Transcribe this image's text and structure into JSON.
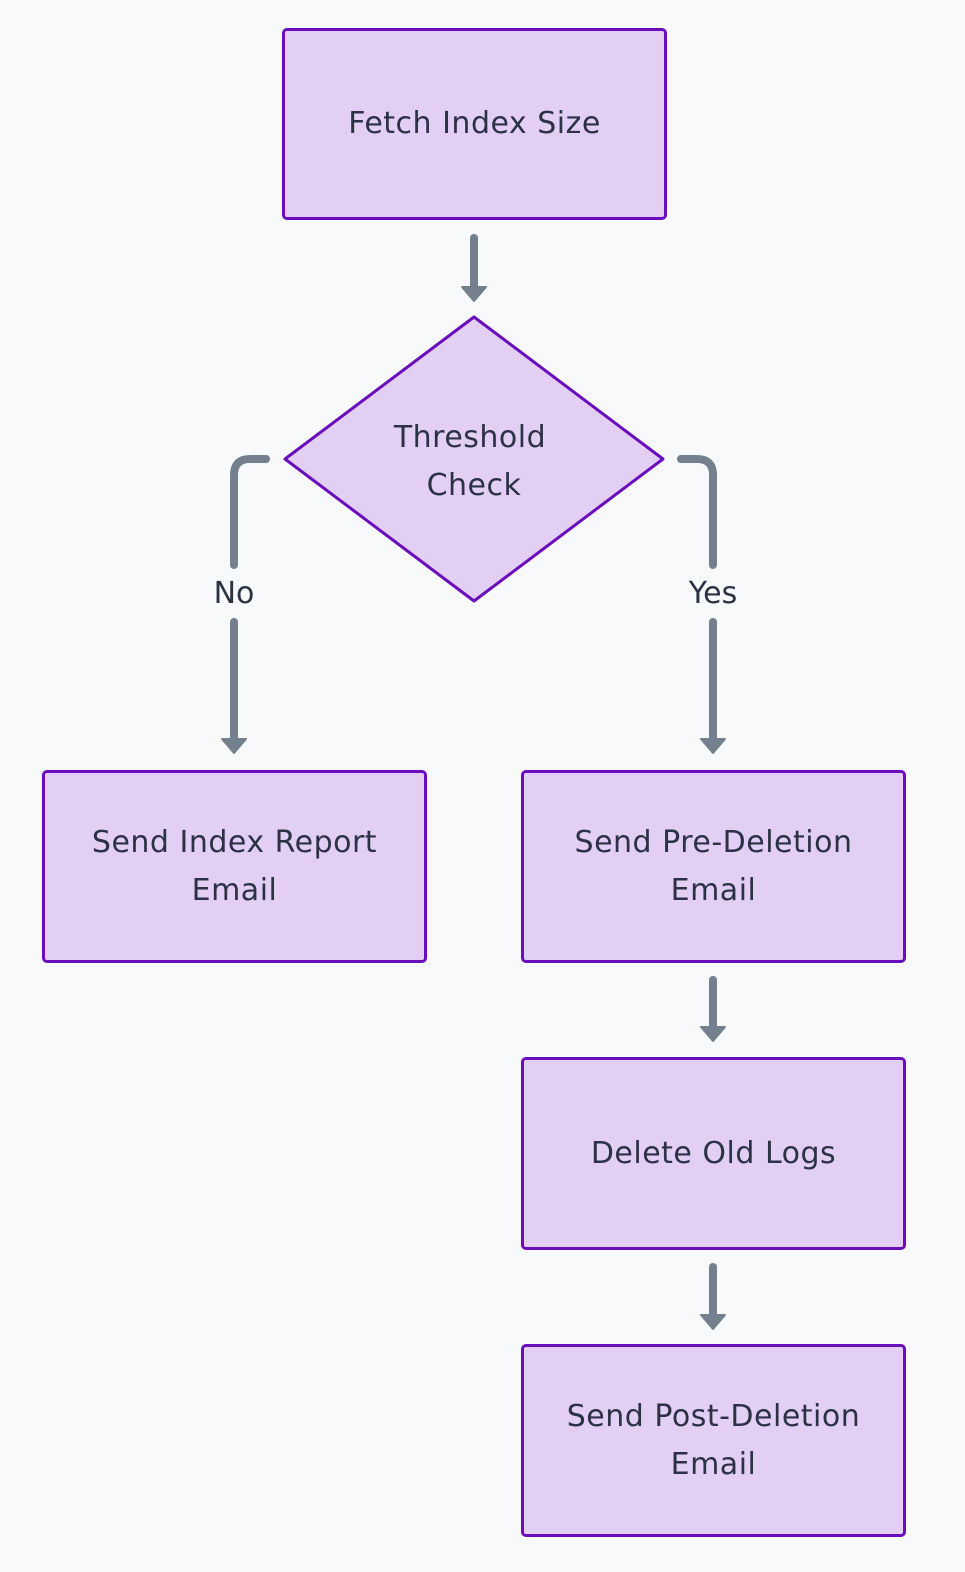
{
  "diagram": {
    "nodes": {
      "fetch": {
        "label": "Fetch Index Size"
      },
      "decision": {
        "label_line1": "Threshold",
        "label_line2": "Check"
      },
      "report": {
        "label": "Send Index Report Email"
      },
      "pre_delete": {
        "label": "Send Pre-Deletion Email"
      },
      "delete_logs": {
        "label": "Delete Old Logs"
      },
      "post_delete": {
        "label": "Send Post-Deletion Email"
      }
    },
    "edges": {
      "no_label": "No",
      "yes_label": "Yes"
    }
  },
  "colors": {
    "background": "#f8f9fa",
    "node_fill": "#e3cff3",
    "node_border": "#6a0dbd",
    "edge": "#74808d",
    "text": "#2b3245"
  }
}
